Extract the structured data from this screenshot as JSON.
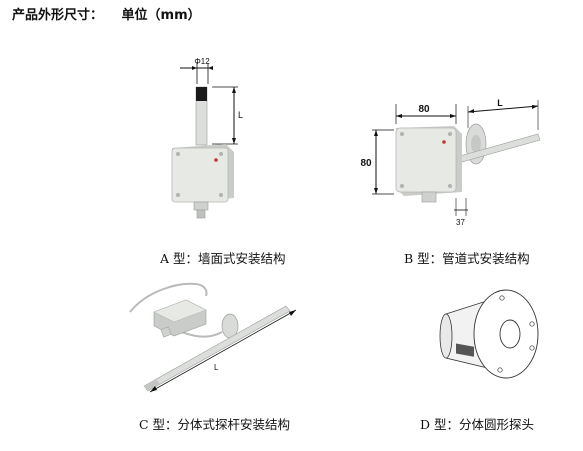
{
  "header": {
    "title": "产品外形尺寸：",
    "unit": "单位（mm）"
  },
  "figures": {
    "a": {
      "caption": "A 型：墙面式安装结构",
      "dim_diameter": "Φ12",
      "dim_length": "L"
    },
    "b": {
      "caption": "B 型：管道式安装结构",
      "dim_width": "80",
      "dim_height": "80",
      "dim_length": "L",
      "dim_depth": "37"
    },
    "c": {
      "caption": "C 型：分体式探杆安装结构",
      "dim_length": "L"
    },
    "d": {
      "caption": "D 型：分体圆形探头"
    }
  },
  "colors": {
    "housing": "#e7e9e5",
    "housing_shadow": "#c9ccc8",
    "probe": "#d8dad8",
    "probe_tip": "#1a1a1a",
    "led": "#c0392b",
    "dimension_line": "#111111"
  }
}
